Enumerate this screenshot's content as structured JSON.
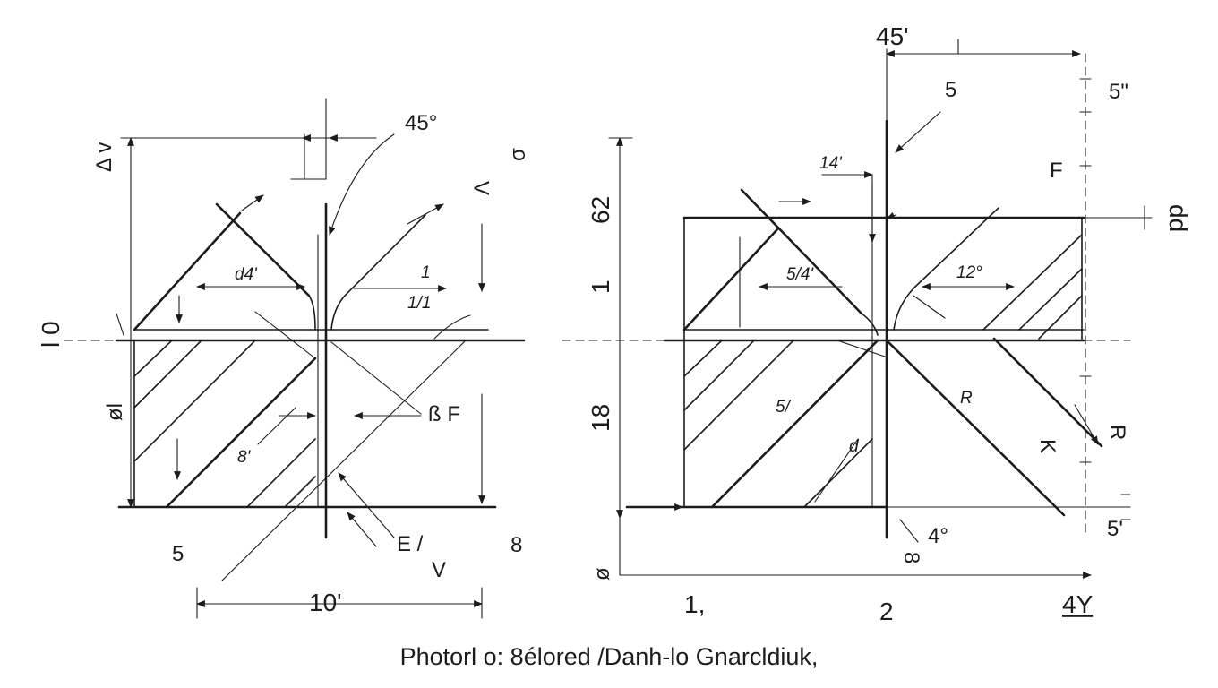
{
  "caption": "Photorl o: 8élored /Danh-lo Gnarcldiuk,",
  "left_view": {
    "labels": {
      "angle_top": "45°",
      "top_left": "Δ v",
      "top_right_1": "Ʌ",
      "top_right_2": "σ",
      "left_axis": "l 0",
      "left_mid": "øl",
      "dim_inner_left": "d4'",
      "dim_inner_right_1": "1",
      "dim_inner_right_2": "1/1",
      "mid_right": "ß F",
      "lower_mid": "8'",
      "bottom_left": "5",
      "bottom_right": "8",
      "bottom_mid_1": "E /",
      "bottom_mid_2": "V",
      "bottom_dim": "10'"
    }
  },
  "right_view": {
    "labels": {
      "top_angle": "45'",
      "top_5": "5",
      "top_right_5": "5\"",
      "inner_top": "14'",
      "right_f": "F",
      "right_dd": "dd",
      "left_62": "62",
      "left_1": "1",
      "left_18": "18",
      "left_bottom": "ø",
      "inner_left": "5/4'",
      "inner_right": "12°",
      "inner_51": "5/",
      "inner_r": "R",
      "inner_d": "d",
      "right_k": "K",
      "right_r": "R",
      "right_5": "5'",
      "bottom_4deg": "4°",
      "bottom_8": "8",
      "axis_1": "1,",
      "axis_2": "2",
      "axis_4y": "4Y"
    }
  }
}
